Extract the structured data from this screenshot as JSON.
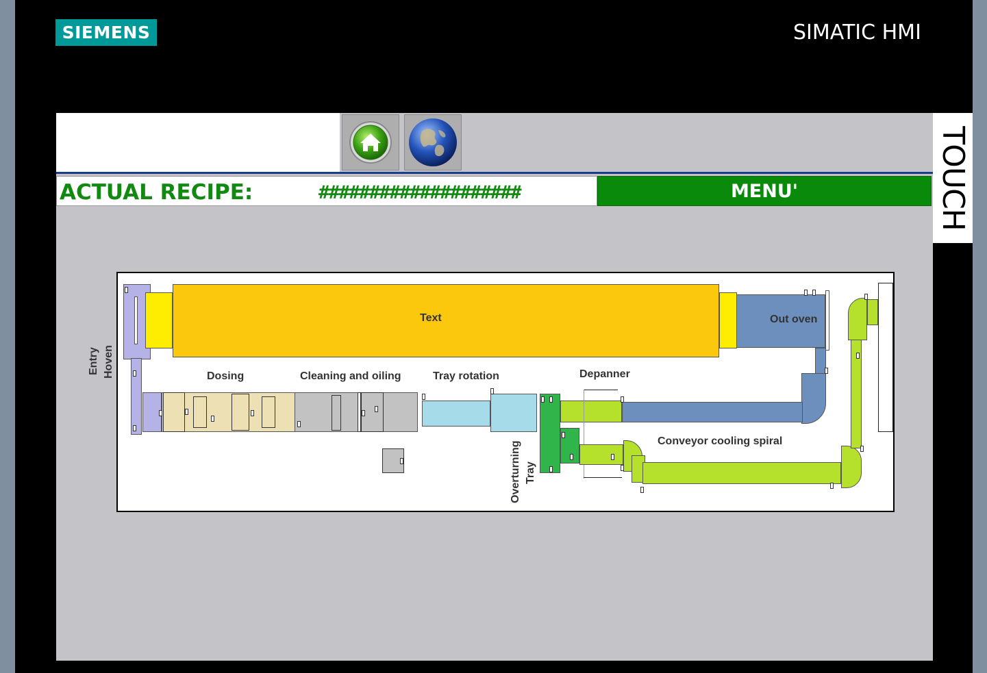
{
  "brand": {
    "logo_text": "SIEMENS",
    "product": "SIMATIC HMI",
    "bezel_label": "TOUCH"
  },
  "header": {
    "home_icon": "home-icon",
    "language_icon": "globe-icon"
  },
  "recipe": {
    "label": "ACTUAL RECIPE:",
    "value": "####################",
    "menu_label": "MENU'"
  },
  "plant": {
    "oven_label": "Text",
    "out_oven_label": "Out oven",
    "entry_label": "Entry",
    "hoven_label": "Hoven",
    "dosing_label": "Dosing",
    "cleaning_label": "Cleaning and oiling",
    "tray_rotation_label": "Tray rotation",
    "depanner_label": "Depanner",
    "conveyor_label": "Conveyor cooling spiral",
    "overturning_label": "Overturning",
    "tray_label": "Tray"
  },
  "colors": {
    "brand_teal": "#009999",
    "recipe_green": "#128a12",
    "menu_green": "#0a8a0a",
    "oven_yellow": "#fcc80e",
    "out_oven_blue": "#6d8fbd",
    "conveyor_green": "#b5e02c"
  }
}
